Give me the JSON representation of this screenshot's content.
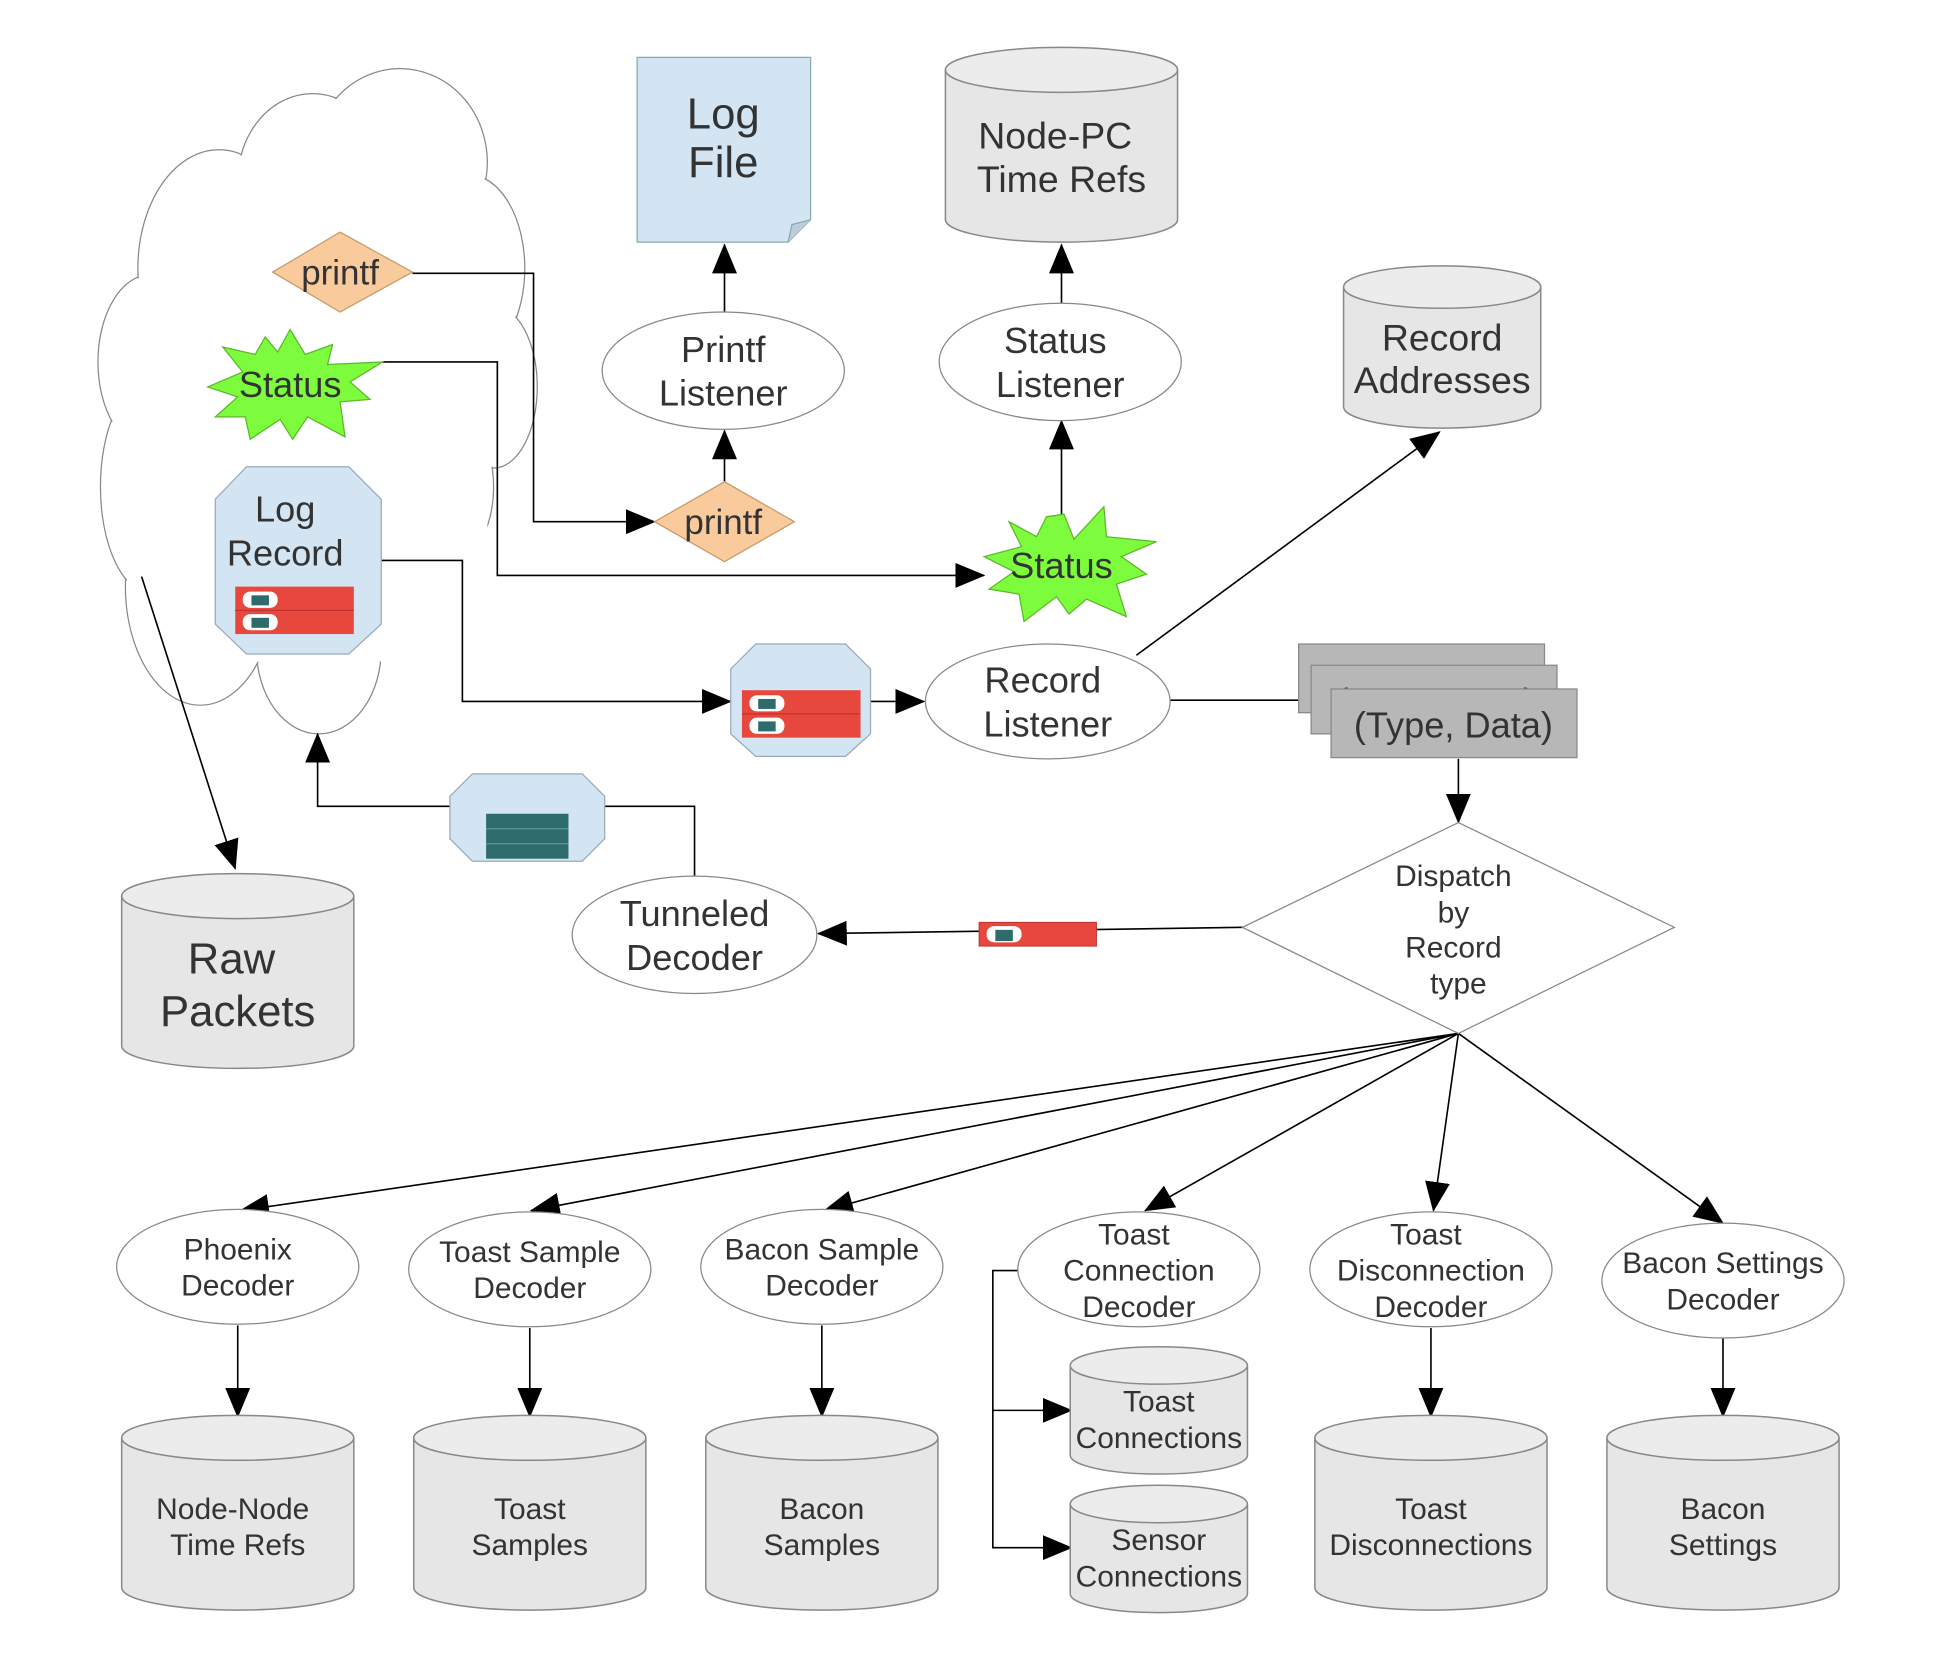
{
  "cloud": {
    "printf_label": "printf",
    "status_label": "Status",
    "log_record_label": [
      "Log",
      "Record"
    ]
  },
  "log_file_label": [
    "Log",
    "File"
  ],
  "node_pc_time_refs_label": [
    "Node-PC",
    "Time Refs"
  ],
  "record_addresses_label": [
    "Record",
    "Addresses"
  ],
  "printf_listener_label": [
    "Printf",
    "Listener"
  ],
  "status_listener_label": [
    "Status",
    "Listener"
  ],
  "printf_tag_label": "printf",
  "status_tag_label": "Status",
  "record_listener_label": [
    "Record",
    "Listener"
  ],
  "type_data_label": "(Type, Data)",
  "type_data_back_label": "(Type, Data)",
  "dispatch_label": [
    "Dispatch",
    "by",
    "Record",
    "type"
  ],
  "tunneled_decoder_label": [
    "Tunneled",
    "Decoder"
  ],
  "raw_packets_label": [
    "Raw",
    "Packets"
  ],
  "decoders": [
    {
      "label": [
        "Phoenix",
        "Decoder"
      ]
    },
    {
      "label": [
        "Toast Sample",
        "Decoder"
      ]
    },
    {
      "label": [
        "Bacon Sample",
        "Decoder"
      ]
    },
    {
      "label": [
        "Toast",
        "Connection",
        "Decoder"
      ]
    },
    {
      "label": [
        "Toast",
        "Disconnection",
        "Decoder"
      ]
    },
    {
      "label": [
        "Bacon Settings",
        "Decoder"
      ]
    }
  ],
  "stores": [
    {
      "label": [
        "Node-Node",
        "Time Refs"
      ]
    },
    {
      "label": [
        "Toast",
        "Samples"
      ]
    },
    {
      "label": [
        "Bacon",
        "Samples"
      ]
    },
    {
      "label": [
        "Toast",
        "Connections"
      ]
    },
    {
      "label": [
        "Sensor",
        "Connections"
      ]
    },
    {
      "label": [
        "Toast",
        "Disconnections"
      ]
    },
    {
      "label": [
        "Bacon",
        "Settings"
      ]
    }
  ],
  "colors": {
    "cylinder": "#e6e6e6",
    "document": "#d3e4f2",
    "printf_diamond": "#f9cb9c",
    "status_star": "#7cfc3c",
    "record_red": "#e8473e",
    "record_teal": "#2e6b6b",
    "type_data_box": "#b7b7b7"
  }
}
